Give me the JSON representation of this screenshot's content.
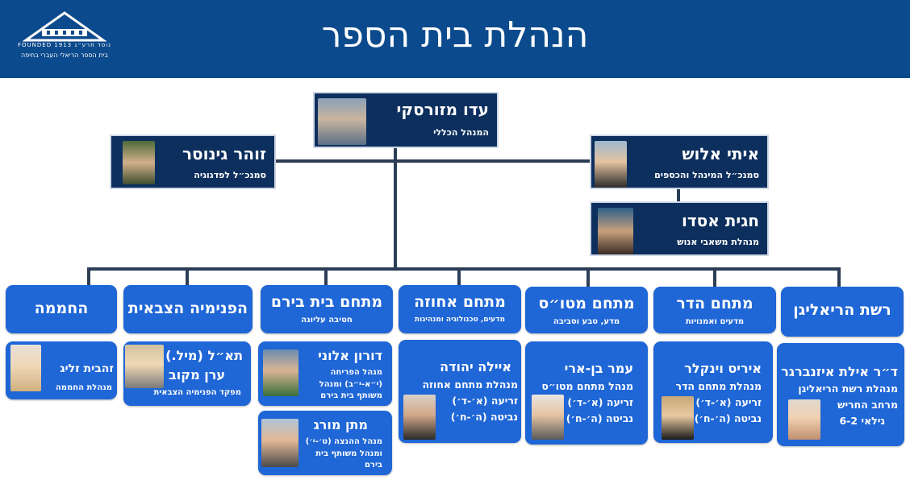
{
  "header": {
    "title": "הנהלת בית הספר",
    "logo": {
      "icon": "school-building-logo",
      "line1": "FOUNDED 1913 נוסד תרע״ג",
      "line2": "בית הספר הריאלי העברי בחיפה"
    }
  },
  "leadership": {
    "director": {
      "name": "עדו מזורסקי",
      "role": "המנהל הכללי"
    },
    "pedagogy_deputy": {
      "name": "זוהר גינוסר",
      "role": "סמנכ״ל לפדגוגיה"
    },
    "finance_deputy": {
      "name": "איתי אלוש",
      "role": "סמנכ״ל המינהל והכספים"
    },
    "hr_manager": {
      "name": "חגית אסדו",
      "role": "מנהלת משאבי אנוש"
    }
  },
  "departments": {
    "ramat_hareali": {
      "name": "רשת הריאליגן"
    },
    "hadar": {
      "name": "מתחם הדר",
      "sub": "מדעים ואמנויות"
    },
    "matos": {
      "name": "מתחם מטו״ס",
      "sub": "מדע, טבע וסביבה"
    },
    "ahuza": {
      "name": "מתחם אחוזה",
      "sub": "מדעים, טכנולוגיה ומנהיגות"
    },
    "beit_biram": {
      "name": "מתחם בית בירם",
      "sub": "חטיבה עליונה"
    },
    "military": {
      "name": "הפנימיה הצבאית"
    },
    "hahamama": {
      "name": "החממה"
    }
  },
  "people": {
    "ayelet": {
      "name": "ד״ר אילת איזנברגר",
      "l1": "מנהלת רשת הריאליגן",
      "l2": "מרחב החריש",
      "l3": "גילאי 6-2"
    },
    "iris": {
      "name": "איריס וינקלר",
      "l1": "מנהלת מתחם הדר",
      "l2": "זריעה (א׳-ד׳)",
      "l3": "נביטה (ה׳-ח׳)"
    },
    "omer": {
      "name": "עמר בן-ארי",
      "l1": "מנהל מתחם מטו״ס",
      "l2": "זריעה (א׳-ד׳)",
      "l3": "נביטה (ה׳-ח׳)"
    },
    "ayala": {
      "name": "איילה יהודה",
      "l1": "מנהלת מתחם אחוזה",
      "l2": "זריעה (א׳-ד׳)",
      "l3": "נביטה (ה׳-ח׳)"
    },
    "doron": {
      "name": "דורון אלוני",
      "l1": "מנהל הפריחה",
      "l2": "(י״א-י״ב) ומנהל",
      "l3": "משותף בית בירם"
    },
    "matan": {
      "name": "מתן מורג",
      "l1": "מנהל ההנצה (ט׳-י׳)",
      "l2": "ומנהל משותף בית",
      "l3": "בירם"
    },
    "eran": {
      "name1": "תא״ל (מיל.)",
      "name2": "ערן מקוב",
      "l1": "מפקד הפנימיה הצבאית"
    },
    "zehavit": {
      "name": "זהבית זליג",
      "l1": "מנהלת החממה"
    }
  },
  "colors": {
    "header": "#0b4a8c",
    "leader_box": "#0d2f5e",
    "dept_box": "#1f66d6",
    "connector": "#2c3e55"
  }
}
